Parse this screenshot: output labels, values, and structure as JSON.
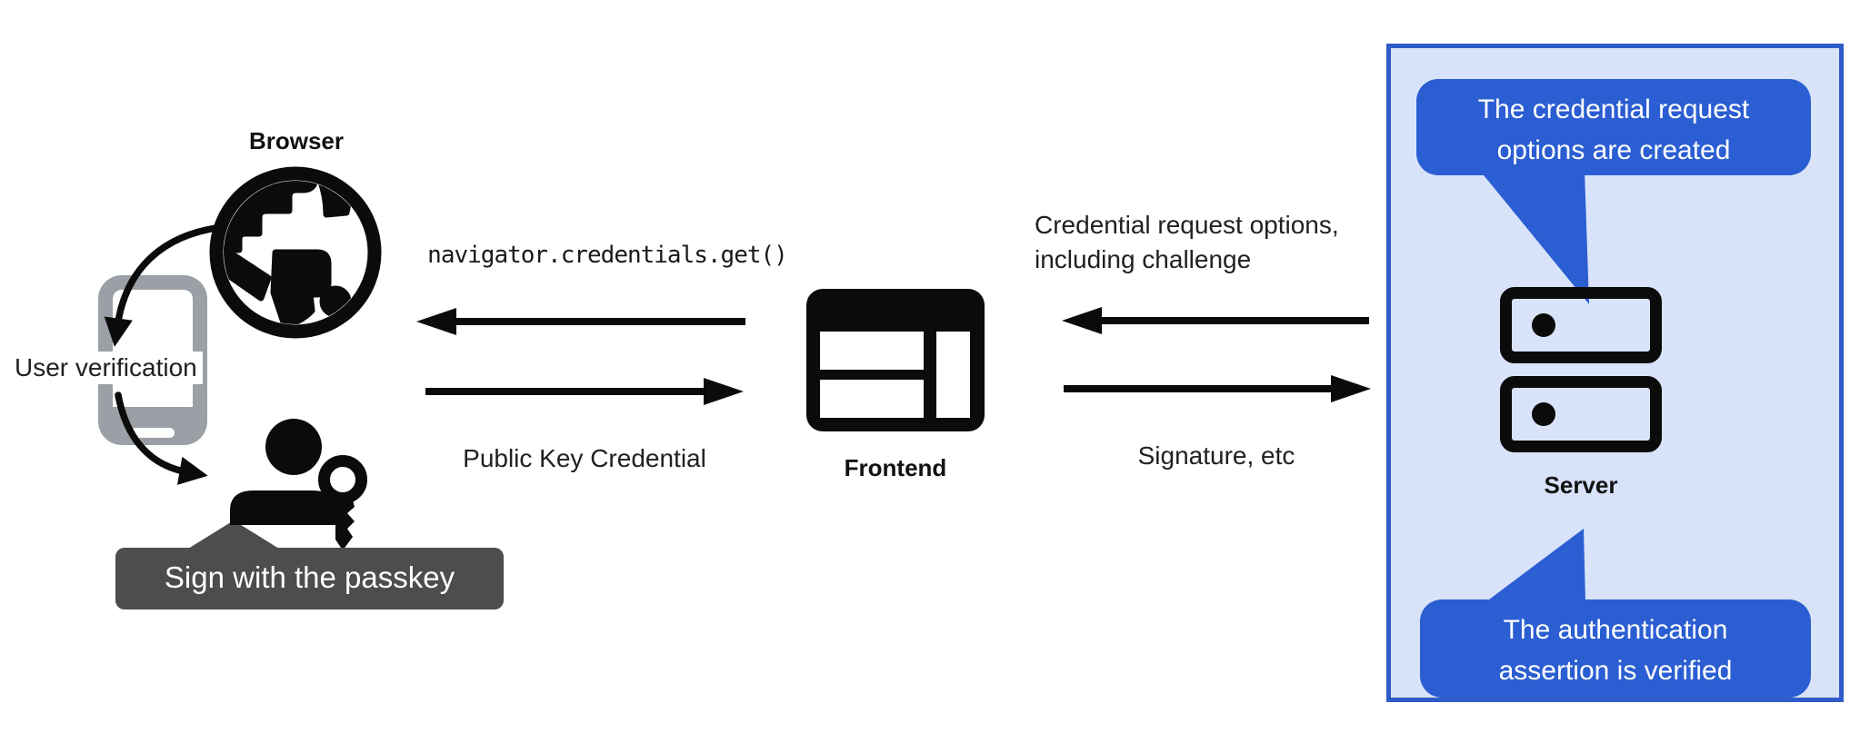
{
  "browser": {
    "label": "Browser"
  },
  "authenticator": {
    "label": "User verification",
    "tooltip": "Sign with the passkey"
  },
  "frontend": {
    "label": "Frontend"
  },
  "server": {
    "label": "Server"
  },
  "messages": {
    "get_call": "navigator.credentials.get()",
    "public_key_credential": "Public Key Credential",
    "request_options_line1": "Credential request options,",
    "request_options_line2": "including challenge",
    "signature": "Signature, etc"
  },
  "callouts": {
    "top": {
      "line1": "The credential request",
      "line2": "options are created"
    },
    "bottom": {
      "line1": "The authentication",
      "line2": "assertion is verified"
    }
  },
  "icons": {
    "browser": "globe-icon",
    "authenticator_device": "smartphone-icon",
    "user": "person-passkey-icon",
    "frontend": "browser-window-icon",
    "server": "server-stack-icon"
  },
  "colors": {
    "callout_blue": "#2b5ed2",
    "panel_background": "#d8e3fa",
    "panel_border": "#2f5cc8",
    "tooltip_gray": "#4d4d4f",
    "phone_gray": "#9aa0a6",
    "ink": "#0b0b0b",
    "text": "#202124"
  }
}
